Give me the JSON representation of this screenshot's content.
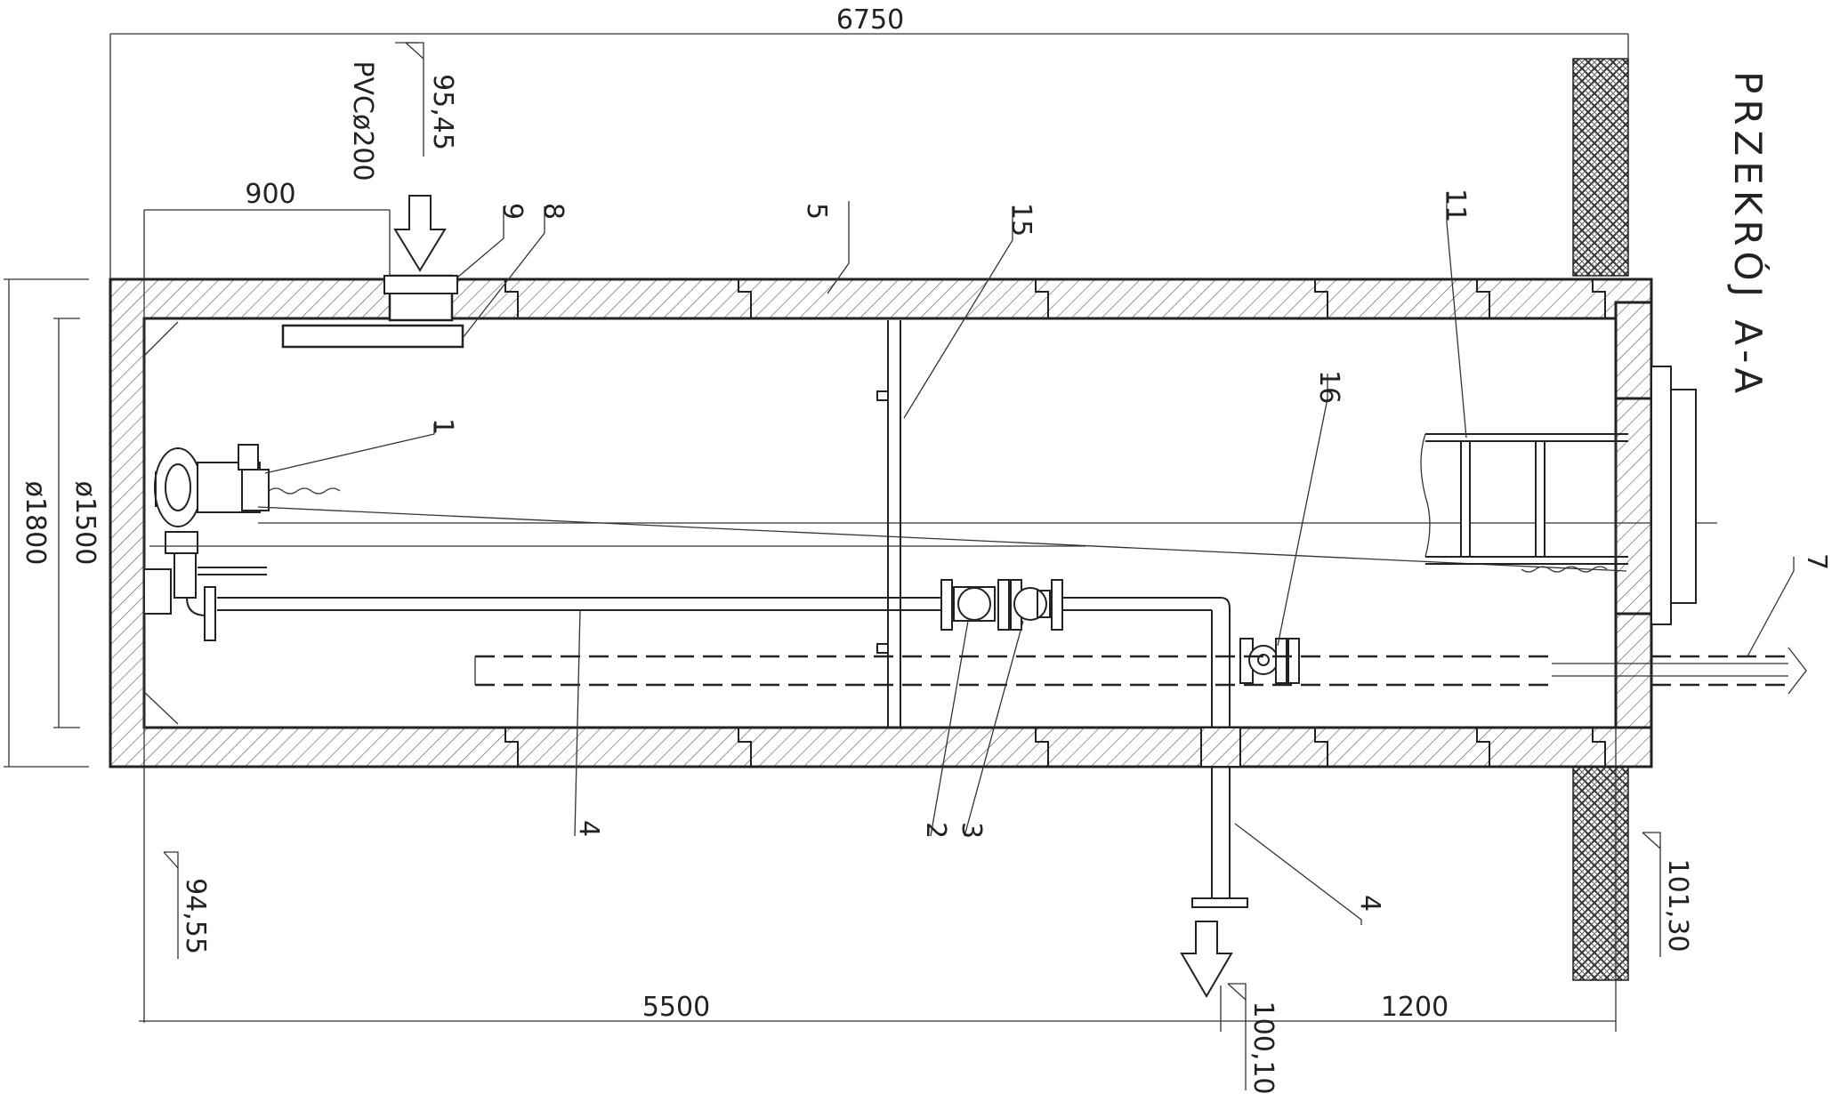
{
  "section_title": "PRZEKRÓJ A-A",
  "dimensions": {
    "overall_length": "6750",
    "inlet_offset": "900",
    "left_length": "5500",
    "right_length": "1200",
    "outer_diameter": "ø1800",
    "inner_diameter": "ø1500"
  },
  "levels": {
    "inlet": "95,45",
    "bottom": "94,55",
    "outlet": "100,10",
    "ground_right": "101,30"
  },
  "inlet_pipe": "PVCø200",
  "callouts": {
    "c1": "1",
    "c2": "2",
    "c3": "3",
    "c4a": "4",
    "c4b": "4",
    "c5": "5",
    "c7": "7",
    "c8": "8",
    "c9": "9",
    "c11": "11",
    "c15": "15",
    "c16": "16"
  },
  "colors": {
    "line": "#222222",
    "background": "#ffffff"
  }
}
